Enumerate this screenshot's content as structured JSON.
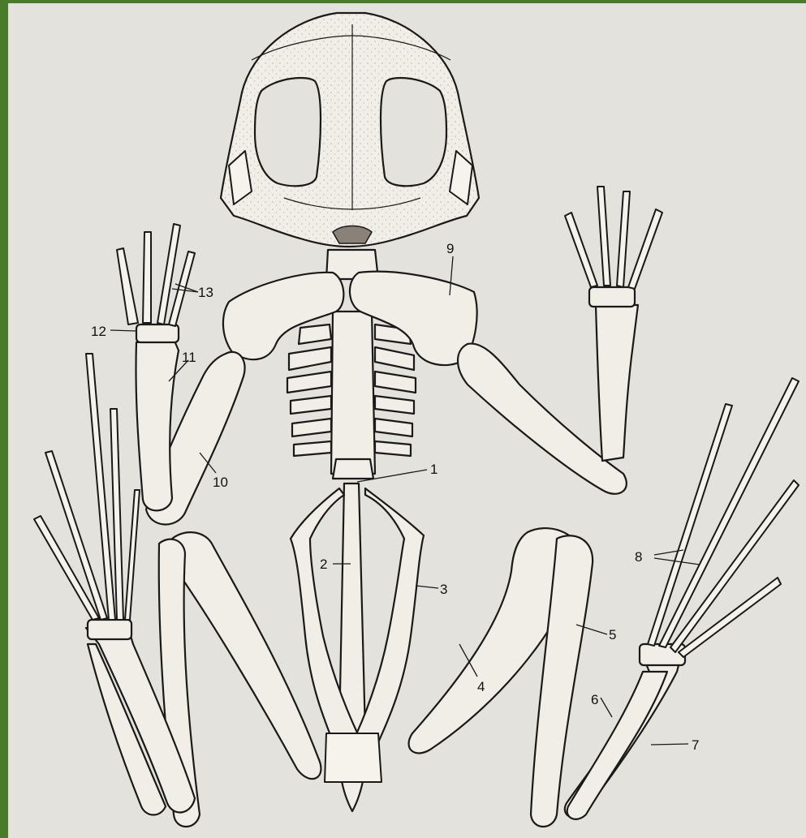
{
  "labels": {
    "l1": "1",
    "l2": "2",
    "l3": "3",
    "l4": "4",
    "l5": "5",
    "l6": "6",
    "l7": "7",
    "l8": "8",
    "l9": "9",
    "l10": "10",
    "l11": "11",
    "l12": "12",
    "l13": "13"
  },
  "colors": {
    "background": "#e3e2dd",
    "frame_border": "#4a7a2a",
    "bone_fill": "#f0eee6",
    "ink": "#1a1a1a"
  }
}
